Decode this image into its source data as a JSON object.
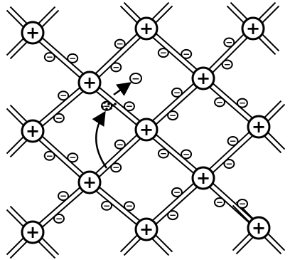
{
  "diagram": {
    "ion_symbol": "+",
    "electron_symbol": "−",
    "stroke_color": "#000000",
    "fill_color": "#ffffff",
    "ions": [
      {
        "id": "ion-r0-c0"
      },
      {
        "id": "ion-r0-c1"
      },
      {
        "id": "ion-r0-c2"
      },
      {
        "id": "ion-r1-c0"
      },
      {
        "id": "ion-r1-c1"
      },
      {
        "id": "ion-r2-c0"
      },
      {
        "id": "ion-r2-c1"
      },
      {
        "id": "ion-r2-c2"
      },
      {
        "id": "ion-r3-c0"
      },
      {
        "id": "ion-r3-c1"
      },
      {
        "id": "ion-r4-c0"
      },
      {
        "id": "ion-r4-c1"
      },
      {
        "id": "ion-r4-c2"
      }
    ],
    "free_electron": {
      "symbol": "−",
      "description_visible": false
    },
    "vacancy": {
      "shown_as": "dotted-cluster"
    }
  }
}
